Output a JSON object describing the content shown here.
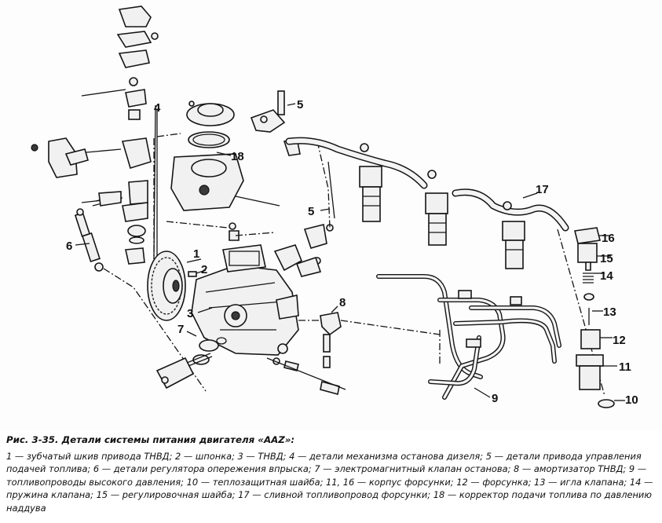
{
  "figure": {
    "callouts": [
      {
        "id": "c1",
        "text": "1"
      },
      {
        "id": "c2",
        "text": "2"
      },
      {
        "id": "c3",
        "text": "3"
      },
      {
        "id": "c4",
        "text": "4"
      },
      {
        "id": "c5a",
        "text": "5"
      },
      {
        "id": "c5b",
        "text": "5"
      },
      {
        "id": "c6",
        "text": "6"
      },
      {
        "id": "c7",
        "text": "7"
      },
      {
        "id": "c8",
        "text": "8"
      },
      {
        "id": "c9",
        "text": "9"
      },
      {
        "id": "c10",
        "text": "10"
      },
      {
        "id": "c11",
        "text": "11"
      },
      {
        "id": "c12",
        "text": "12"
      },
      {
        "id": "c13",
        "text": "13"
      },
      {
        "id": "c14",
        "text": "14"
      },
      {
        "id": "c15",
        "text": "15"
      },
      {
        "id": "c16",
        "text": "16"
      },
      {
        "id": "c17",
        "text": "17"
      },
      {
        "id": "c18",
        "text": "18"
      }
    ]
  },
  "caption": {
    "title": "Рис. 3-35. Детали системы питания двигателя «AAZ»:",
    "text": "1 — зубчатый шкив привода ТНВД; 2 — шпонка; 3 — ТНВД; 4 — детали механизма останова дизеля; 5 — детали привода управления подачей топлива; 6 — детали регулятора опережения впрыска; 7 — электромагнитный клапан останова; 8 — амортизатор ТНВД; 9 — топливопроводы высокого давления; 10 — теплозащитная шайба; 11, 16 — корпус форсунки; 12 — форсунка; 13 — игла клапана; 14 — пружина клапана; 15 — регулировочная шайба; 17 — сливной топливопровод форсунки; 18 — корректор подачи топлива по давлению наддува"
  }
}
